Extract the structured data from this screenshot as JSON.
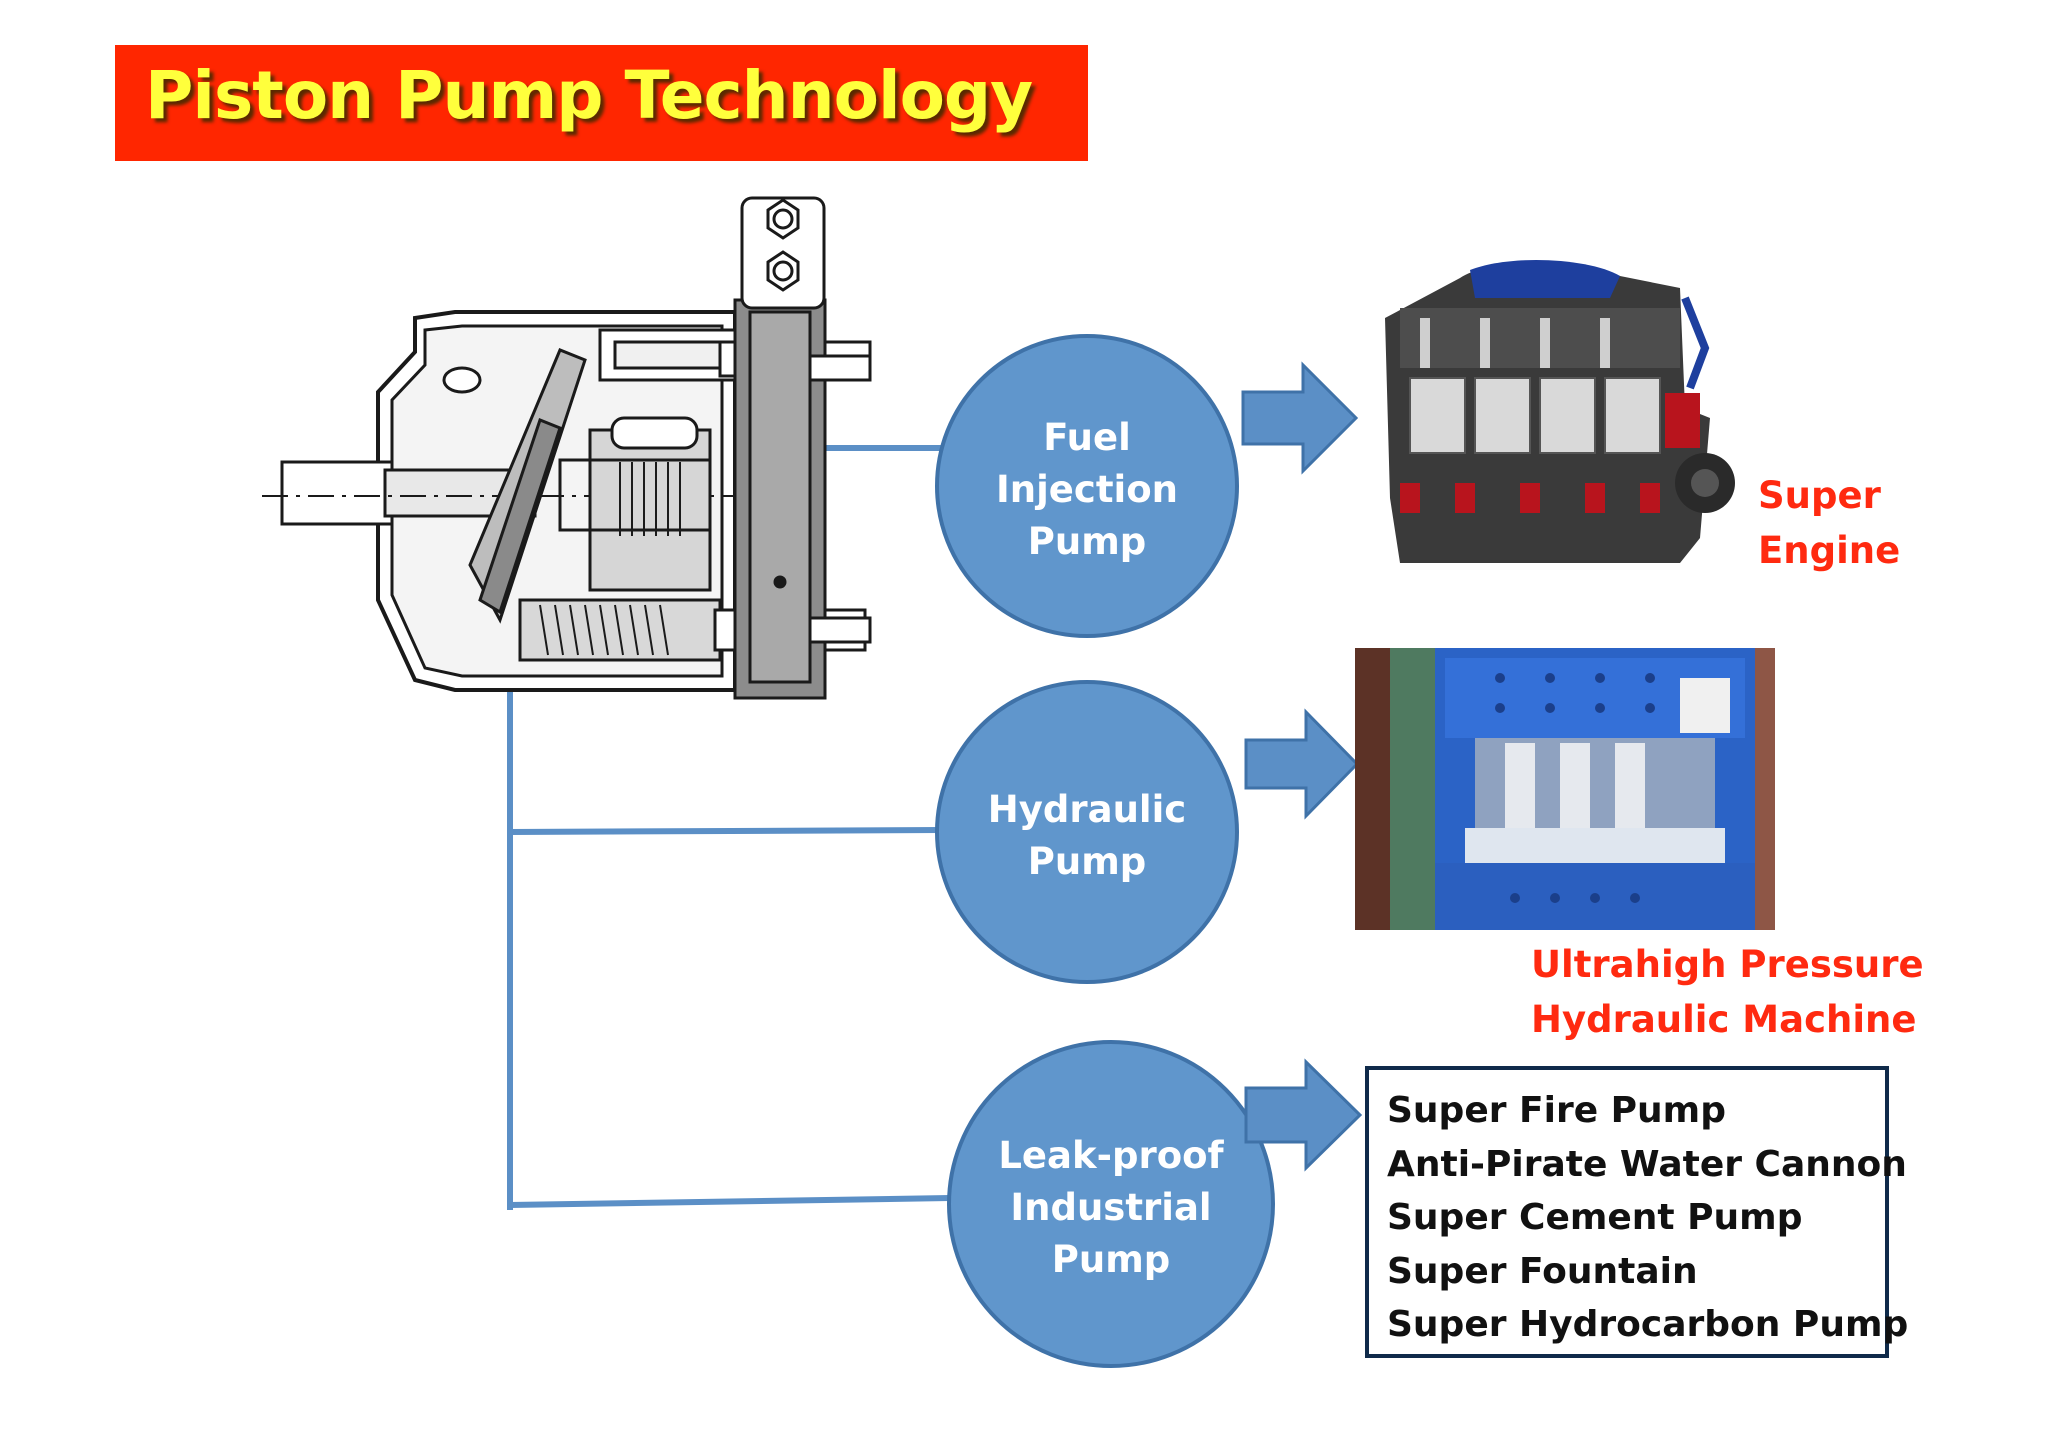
{
  "title": "Piston Pump Technology",
  "colors": {
    "title_bg": "#ff2600",
    "title_text": "#ffff3c",
    "circle_fill": "#6096cc",
    "circle_stroke": "#3f72a8",
    "connector": "#5b8fc6",
    "arrow_fill": "#5b8fc6",
    "arrow_stroke": "#3f72a8",
    "accent_red": "#ff2a10",
    "box_border": "#0f2a4a"
  },
  "pump_types": [
    {
      "lines": [
        "Fuel",
        "Injection",
        "Pump"
      ]
    },
    {
      "lines": [
        "Hydraulic",
        "Pump"
      ]
    },
    {
      "lines": [
        "Leak-proof",
        "Industrial",
        "Pump"
      ]
    }
  ],
  "applications": {
    "engine": {
      "lines": [
        "Super",
        "Engine"
      ]
    },
    "press": {
      "lines": [
        "Ultrahigh Pressure",
        "Hydraulic Machine"
      ]
    },
    "products": [
      "Super Fire Pump",
      "Anti-Pirate Water Cannon",
      "Super Cement Pump",
      "Super Fountain",
      "Super Hydrocarbon Pump"
    ]
  },
  "icons": {
    "pump_drawing": "piston-pump-cross-section",
    "engine_photo": "engine-cutaway-image",
    "press_photo": "hydraulic-press-image",
    "arrows": "right-block-arrow-icon"
  }
}
